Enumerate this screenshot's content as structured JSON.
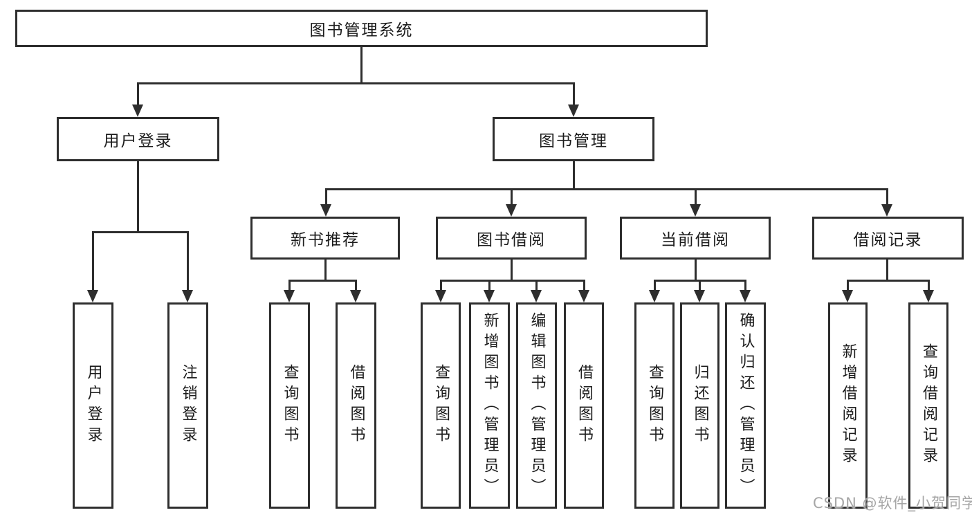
{
  "diagram": {
    "colors": {
      "line": "#2e2e2e",
      "text": "#1c1c1c",
      "watermark": "#a6a6a6",
      "background": "#ffffff"
    },
    "watermark": "CSDN @软件_小贺同学",
    "tree": {
      "label": "图书管理系统",
      "children": [
        {
          "label": "用户登录",
          "children": [
            {
              "label": "用户登录"
            },
            {
              "label": "注销登录"
            }
          ]
        },
        {
          "label": "图书管理",
          "children": [
            {
              "label": "新书推荐",
              "children": [
                {
                  "label": "查询图书"
                },
                {
                  "label": "借阅图书"
                }
              ]
            },
            {
              "label": "图书借阅",
              "children": [
                {
                  "label": "查询图书"
                },
                {
                  "label": "新增图书（管理员）"
                },
                {
                  "label": "编辑图书（管理员）"
                },
                {
                  "label": "借阅图书"
                }
              ]
            },
            {
              "label": "当前借阅",
              "children": [
                {
                  "label": "查询图书"
                },
                {
                  "label": "归还图书"
                },
                {
                  "label": "确认归还（管理员）"
                }
              ]
            },
            {
              "label": "借阅记录",
              "children": [
                {
                  "label": "新增借阅记录"
                },
                {
                  "label": "查询借阅记录"
                }
              ]
            }
          ]
        }
      ]
    }
  }
}
